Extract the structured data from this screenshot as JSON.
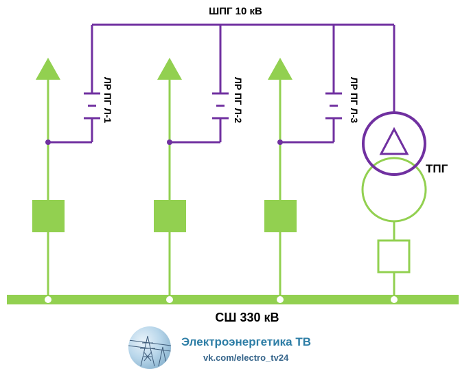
{
  "labels": {
    "top_bus": "ШПГ 10 кВ",
    "main_bus": "СШ 330 кВ",
    "transformer": "ТПГ",
    "line_disconnectors": [
      "ЛР ПГ Л-1",
      "ЛР ПГ Л-2",
      "ЛР ПГ Л-3"
    ]
  },
  "branding": {
    "name": "Электроэнергетика ТВ",
    "url": "vk.com/electro_tv24"
  },
  "colors": {
    "high_voltage": "#92d050",
    "low_voltage": "#7030a0",
    "brand_text": "#2e7ea6"
  }
}
